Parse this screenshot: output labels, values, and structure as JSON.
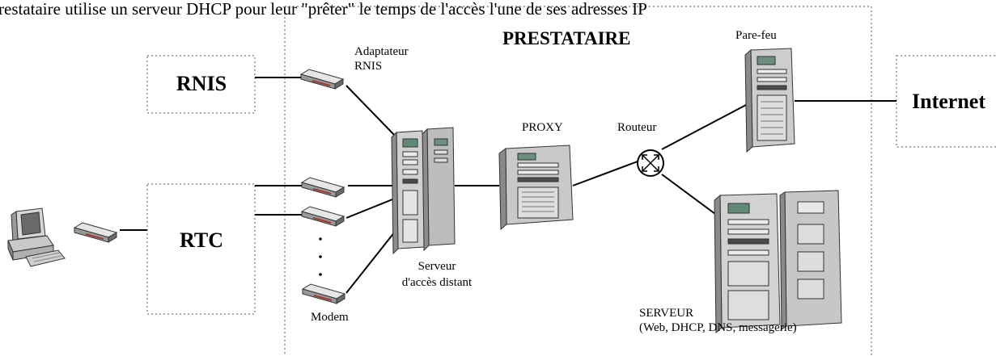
{
  "caption": "restataire utilise un serveur DHCP pour leur \"prêter\" le temps de l'accès l'une de ses adresses IP",
  "regions": {
    "prestataire": "PRESTATAIRE",
    "rnis": "RNIS",
    "rtc": "RTC",
    "internet": "Internet"
  },
  "labels": {
    "adaptateur_line1": "Adaptateur",
    "adaptateur_line2": "RNIS",
    "pare_feu": "Pare-feu",
    "proxy": "PROXY",
    "routeur": "Routeur",
    "serveur_acces_line1": "Serveur",
    "serveur_acces_line2": "d'accès distant",
    "modem": "Modem",
    "serveur_line1": "SERVEUR",
    "serveur_line2": "(Web, DHCP, DNS, messagerie)"
  },
  "colors": {
    "line": "#000000",
    "box_border": "#555555",
    "device_body": "#c9c9c9",
    "device_dark": "#5a5a5a",
    "device_light": "#ececec",
    "accent_red": "#a0392e"
  }
}
